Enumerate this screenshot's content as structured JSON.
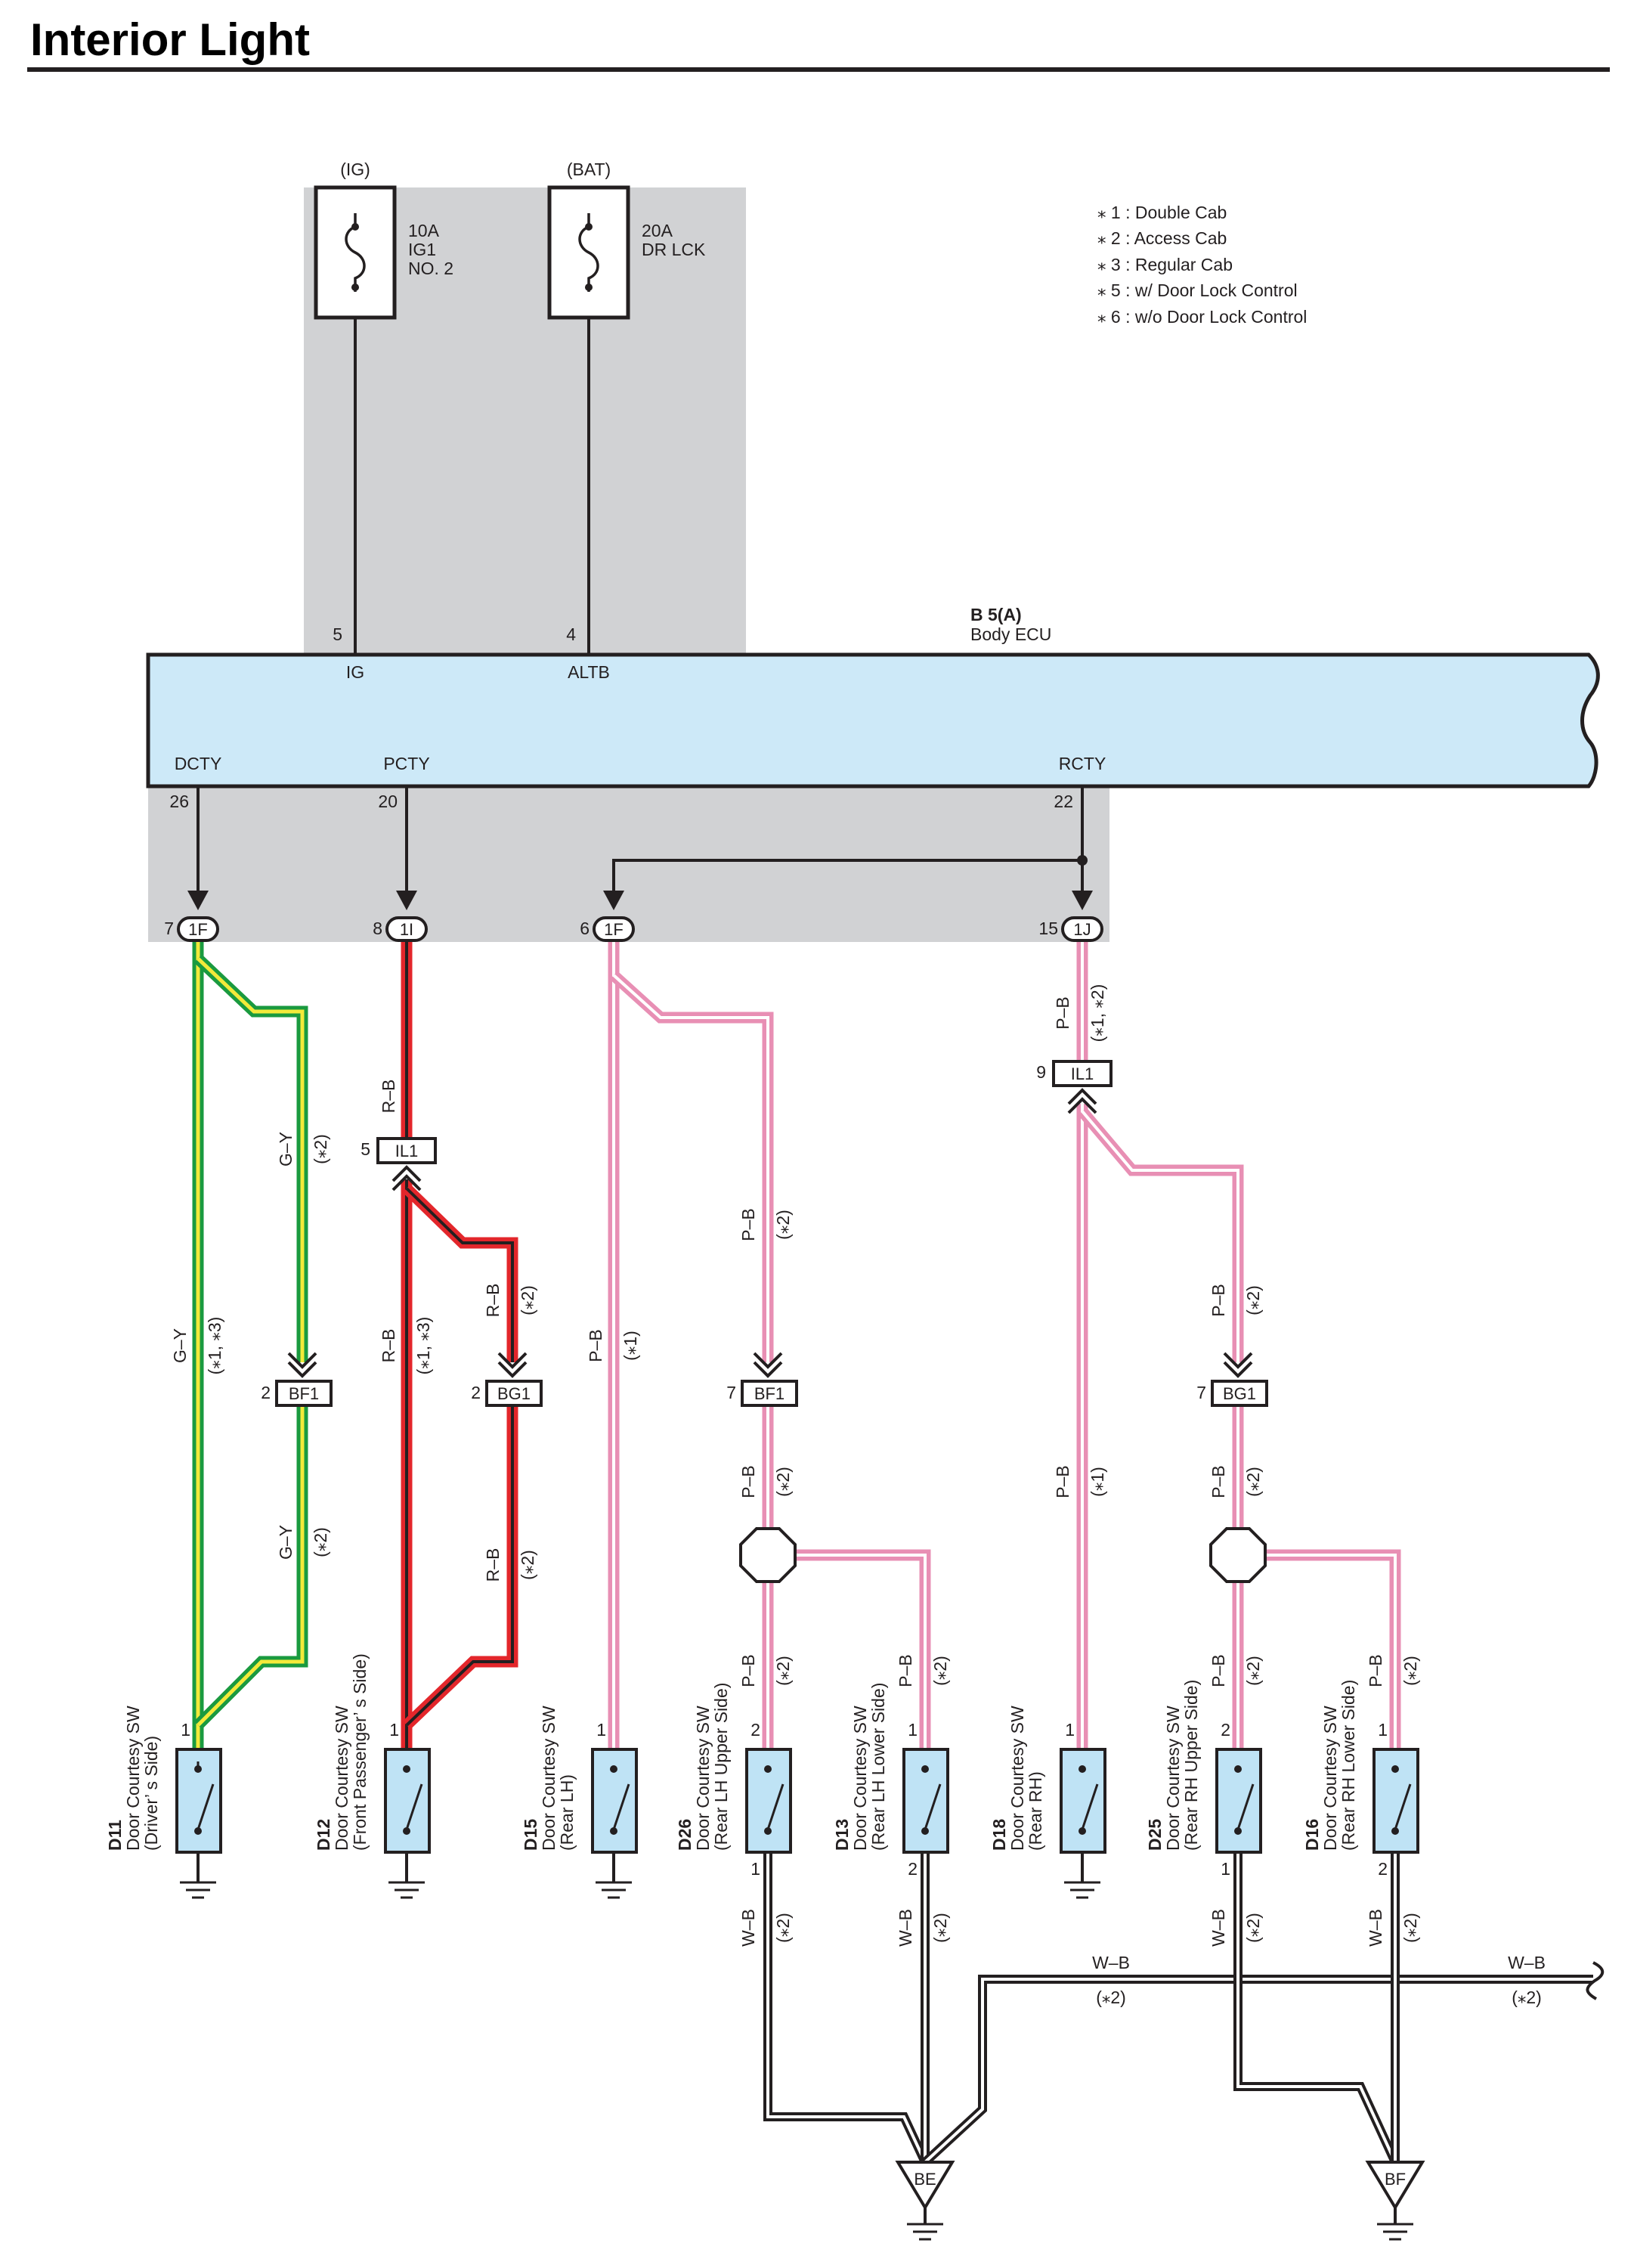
{
  "title": "Interior Light",
  "legend": [
    "⁎ 1 : Double Cab",
    "⁎ 2 : Access Cab",
    "⁎ 3 : Regular Cab",
    "⁎ 5 : w/ Door Lock Control",
    "⁎ 6 : w/o Door Lock Control"
  ],
  "fuses": [
    {
      "source": "(IG)",
      "amp": "10A",
      "name1": "IG1",
      "name2": "NO. 2"
    },
    {
      "source": "(BAT)",
      "amp": "20A",
      "name1": "DR LCK",
      "name2": ""
    }
  ],
  "ecu": {
    "code": "B 5(A)",
    "name": "Body ECU",
    "inputs": [
      {
        "pin": "5",
        "name": "IG"
      },
      {
        "pin": "4",
        "name": "ALTB"
      }
    ],
    "outputs": [
      {
        "pin": "26",
        "name": "DCTY"
      },
      {
        "pin": "20",
        "name": "PCTY"
      },
      {
        "pin": "22",
        "name": "RCTY"
      }
    ]
  },
  "connectors": {
    "c1F_a": {
      "pin": "7",
      "id": "1F"
    },
    "c1I": {
      "pin": "8",
      "id": "1I"
    },
    "c1F_b": {
      "pin": "6",
      "id": "1F"
    },
    "c1J": {
      "pin": "15",
      "id": "1J"
    },
    "il1_a": {
      "pin": "5",
      "id": "IL1"
    },
    "il1_b": {
      "pin": "9",
      "id": "IL1"
    },
    "bf1_a": {
      "pin": "2",
      "id": "BF1"
    },
    "bg1_a": {
      "pin": "2",
      "id": "BG1"
    },
    "bf1_b": {
      "pin": "7",
      "id": "BF1"
    },
    "bg1_b": {
      "pin": "7",
      "id": "BG1"
    }
  },
  "wires": {
    "gy": "G–Y",
    "rb": "R–B",
    "pb": "P–B",
    "wb": "W–B",
    "n2": "(⁎2)",
    "n1": "(⁎1)",
    "n13": "(⁎1, ⁎3)",
    "n12": "(⁎1, ⁎2)"
  },
  "switches": [
    {
      "code": "D11",
      "line1": "Door Courtesy SW",
      "line2": "(Driver’ s Side)",
      "pin_top": "1",
      "pin_bot": ""
    },
    {
      "code": "D12",
      "line1": "Door Courtesy SW",
      "line2": "(Front Passenger’ s Side)",
      "pin_top": "1",
      "pin_bot": ""
    },
    {
      "code": "D15",
      "line1": "Door Courtesy SW",
      "line2": "(Rear LH)",
      "pin_top": "1",
      "pin_bot": ""
    },
    {
      "code": "D26",
      "line1": "Door Courtesy SW",
      "line2": "(Rear LH Upper Side)",
      "pin_top": "2",
      "pin_bot": "1"
    },
    {
      "code": "D13",
      "line1": "Door Courtesy SW",
      "line2": "(Rear LH Lower Side)",
      "pin_top": "1",
      "pin_bot": "2"
    },
    {
      "code": "D18",
      "line1": "Door Courtesy SW",
      "line2": "(Rear RH)",
      "pin_top": "1",
      "pin_bot": ""
    },
    {
      "code": "D25",
      "line1": "Door Courtesy SW",
      "line2": "(Rear RH Upper Side)",
      "pin_top": "2",
      "pin_bot": "1"
    },
    {
      "code": "D16",
      "line1": "Door Courtesy SW",
      "line2": "(Rear RH Lower Side)",
      "pin_top": "1",
      "pin_bot": "2"
    }
  ],
  "grounds": [
    {
      "id": "BE"
    },
    {
      "id": "BF"
    }
  ],
  "colors": {
    "ecu_fill": "#cde9f8",
    "panel_gray": "#d1d2d4",
    "switch_fill": "#bfe3f5",
    "green_yellow": "#1a9a3f",
    "yellow": "#f3ea3a",
    "red": "#e3262b",
    "pink": "#e88fb4",
    "black": "#231f20"
  }
}
